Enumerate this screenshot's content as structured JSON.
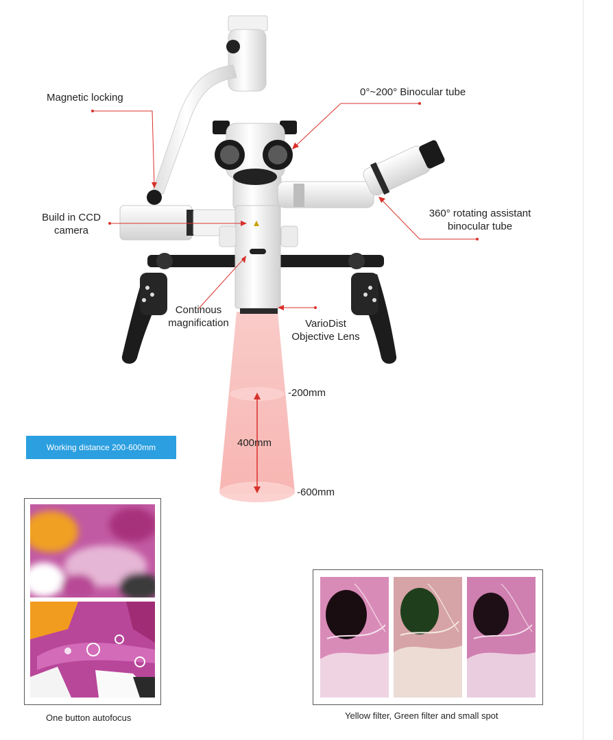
{
  "labels": {
    "magnetic_locking": "Magnetic locking",
    "binocular_tube": "0°~200° Binocular tube",
    "ccd_camera_line1": "Build in CCD",
    "ccd_camera_line2": "camera",
    "assistant_tube_line1": "360° rotating assistant",
    "assistant_tube_line2": "binocular tube",
    "continuous_line1": "Continous",
    "continuous_line2": "magnification",
    "variodist_line1": "VarioDist",
    "variodist_line2": "Objective Lens",
    "distance_top": "-200mm",
    "distance_range": "400mm",
    "distance_bottom": "-600mm"
  },
  "badge": {
    "text": "Working distance 200-600mm",
    "color": "#2b9fe0"
  },
  "captions": {
    "autofocus": "One button autofocus",
    "filters": "Yellow filter, Green filter and small spot"
  },
  "colors": {
    "callout": "#e0302a",
    "beam": "#f7a8a5"
  }
}
